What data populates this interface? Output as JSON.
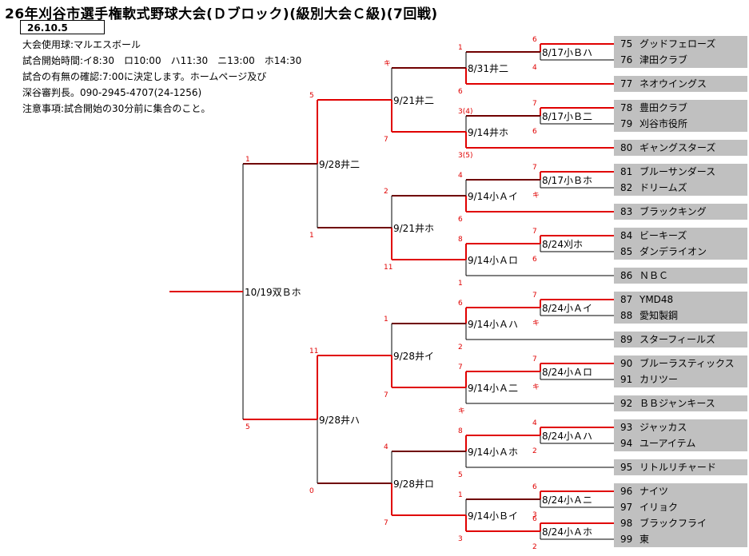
{
  "header": {
    "title": "26年刈谷市選手権軟式野球大会(Ｄブロック)(級別大会Ｃ級)(7回戦)",
    "date": "26.10.5",
    "info_lines": [
      "大会使用球:マルエスボール",
      "試合開始時間:イ8:30　ロ10:00　ハ11:30　ニ13:00　ホ14:30",
      "試合の有無の確認:7:00に決定します。ホームページ及び",
      "深谷審判長。090-2945-4707(24-1256)",
      "注意事項:試合開始の30分前に集合のこと。"
    ]
  },
  "teams": [
    {
      "num": "75",
      "name": "グッドフェローズ"
    },
    {
      "num": "76",
      "name": "津田クラブ"
    },
    {
      "num": "77",
      "name": "ネオウイングス"
    },
    {
      "num": "78",
      "name": "豊田クラブ"
    },
    {
      "num": "79",
      "name": "刈谷市役所"
    },
    {
      "num": "80",
      "name": "ギャングスターズ"
    },
    {
      "num": "81",
      "name": "ブルーサンダース"
    },
    {
      "num": "82",
      "name": "ドリームズ"
    },
    {
      "num": "83",
      "name": "ブラックキング"
    },
    {
      "num": "84",
      "name": "ビーキーズ"
    },
    {
      "num": "85",
      "name": "ダンデライオン"
    },
    {
      "num": "86",
      "name": "ＮＢＣ"
    },
    {
      "num": "87",
      "name": "YMD48"
    },
    {
      "num": "88",
      "name": "愛知製鋼"
    },
    {
      "num": "89",
      "name": "スターフィールズ"
    },
    {
      "num": "90",
      "name": "ブルーラスティックス"
    },
    {
      "num": "91",
      "name": "カリツー"
    },
    {
      "num": "92",
      "name": "ＢＢジャンキース"
    },
    {
      "num": "93",
      "name": "ジャッカス"
    },
    {
      "num": "94",
      "name": "ユーアイテム"
    },
    {
      "num": "95",
      "name": "リトルリチャード"
    },
    {
      "num": "96",
      "name": "ナイツ"
    },
    {
      "num": "97",
      "name": "イリョク"
    },
    {
      "num": "98",
      "name": "ブラックフライ"
    },
    {
      "num": "99",
      "name": "東"
    }
  ],
  "round1": [
    {
      "label": "8/17小Ｂハ",
      "top_score": "6",
      "bottom_score": "4"
    },
    {
      "label": "8/17小Ｂ二",
      "top_score": "7",
      "bottom_score": "6"
    },
    {
      "label": "8/17小Ｂホ",
      "top_score": "7",
      "bottom_score": "キ"
    },
    {
      "label": "8/24刈ホ",
      "top_score": "7",
      "bottom_score": "6"
    },
    {
      "label": "8/24小Ａイ",
      "top_score": "7",
      "bottom_score": "キ"
    },
    {
      "label": "8/24小Ａロ",
      "top_score": "7",
      "bottom_score": "キ"
    },
    {
      "label": "8/24小Ａハ",
      "top_score": "4",
      "bottom_score": "2"
    },
    {
      "label": "8/24小Ａニ",
      "top_score": "6",
      "bottom_score": "3"
    },
    {
      "label": "8/24小Ａホ",
      "top_score": "6",
      "bottom_score": "2"
    }
  ],
  "round2": [
    {
      "label": "8/31井二",
      "top_score": "1",
      "bottom_score": "6"
    },
    {
      "label": "9/14井ホ",
      "top_score": "3(4)",
      "bottom_score": "3(5)"
    },
    {
      "label": "9/14小Ａイ",
      "top_score": "4",
      "bottom_score": "6"
    },
    {
      "label": "9/14小Ａロ",
      "top_score": "8",
      "bottom_score": "1"
    },
    {
      "label": "9/14小Ａハ",
      "top_score": "6",
      "bottom_score": "2"
    },
    {
      "label": "9/14小Ａ二",
      "top_score": "7",
      "bottom_score": "キ"
    },
    {
      "label": "9/14小Ａホ",
      "top_score": "8",
      "bottom_score": "5"
    },
    {
      "label": "9/14小Ｂイ",
      "top_score": "1",
      "bottom_score": "3"
    }
  ],
  "round3": [
    {
      "label": "9/21井二",
      "top_score": "キ",
      "bottom_score": "7"
    },
    {
      "label": "9/21井ホ",
      "top_score": "2",
      "bottom_score": "11"
    },
    {
      "label": "9/28井イ",
      "top_score": "1",
      "bottom_score": "7"
    },
    {
      "label": "9/28井ロ",
      "top_score": "4",
      "bottom_score": "7"
    }
  ],
  "round4": [
    {
      "label": "9/28井二",
      "top_score": "5",
      "bottom_score": "1"
    },
    {
      "label": "9/28井ハ",
      "top_score": "11",
      "bottom_score": "0"
    }
  ],
  "final": {
    "label": "10/19双Ｂホ",
    "top_score": "1",
    "bottom_score": "5"
  }
}
